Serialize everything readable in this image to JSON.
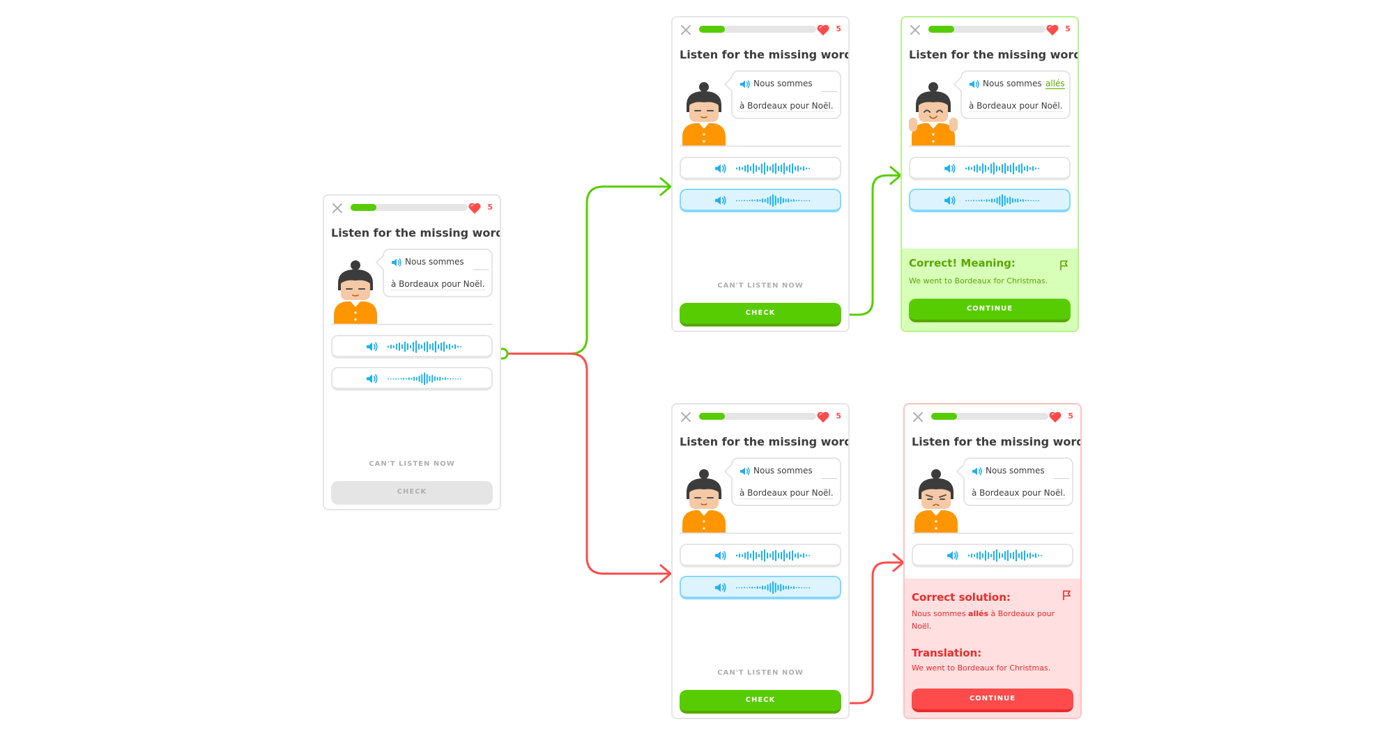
{
  "colors": {
    "green": "#58cc02",
    "green_dark": "#58a700",
    "red": "#ff4b4b",
    "red_dark": "#ea2b2b",
    "blue": "#1cb0f6",
    "success_bg": "#d7ffb8",
    "error_bg": "#ffdfe0",
    "selected_bg": "#ddf4ff",
    "gray": "#e5e5e5"
  },
  "icons": [
    "close-icon",
    "heart-icon",
    "speaker-icon",
    "waveform-icon",
    "flag-icon"
  ],
  "screens": [
    {
      "hearts": "5",
      "progress": 0.22,
      "title": "Listen for the missing word",
      "sentence_line1": "Nous sommes",
      "sentence_line2": "à Bordeaux pour Noël.",
      "cant_listen": "CAN'T LISTEN NOW",
      "check": "CHECK"
    },
    {
      "hearts": "5",
      "progress": 0.22,
      "title": "Listen for the missing word",
      "sentence_line1": "Nous sommes",
      "sentence_line2": "à Bordeaux pour Noël.",
      "cant_listen": "CAN'T LISTEN NOW",
      "check": "CHECK"
    },
    {
      "hearts": "5",
      "progress": 0.22,
      "title": "Listen for the missing word",
      "sentence_line1": "Nous sommes",
      "answer": "allés",
      "sentence_line2": "à Bordeaux pour Noël.",
      "feedback_heading": "Correct! Meaning:",
      "feedback_text": "We went to Bordeaux for Christmas.",
      "continue": "CONTINUE"
    },
    {
      "hearts": "5",
      "progress": 0.22,
      "title": "Listen for the missing word",
      "sentence_line1": "Nous sommes",
      "sentence_line2": "à Bordeaux pour Noël.",
      "cant_listen": "CAN'T LISTEN NOW",
      "check": "CHECK"
    },
    {
      "hearts": "5",
      "progress": 0.22,
      "title": "Listen for the missing word",
      "sentence_line1": "Nous sommes",
      "sentence_line2": "à Bordeaux pour Noël.",
      "solution_heading": "Correct solution:",
      "solution_before": "Nous sommes ",
      "solution_answer": "allés",
      "solution_after": " à Bordeaux pour Noël.",
      "translation_heading": "Translation:",
      "translation_text": "We went to Bordeaux for Christmas.",
      "continue": "CONTINUE"
    }
  ]
}
